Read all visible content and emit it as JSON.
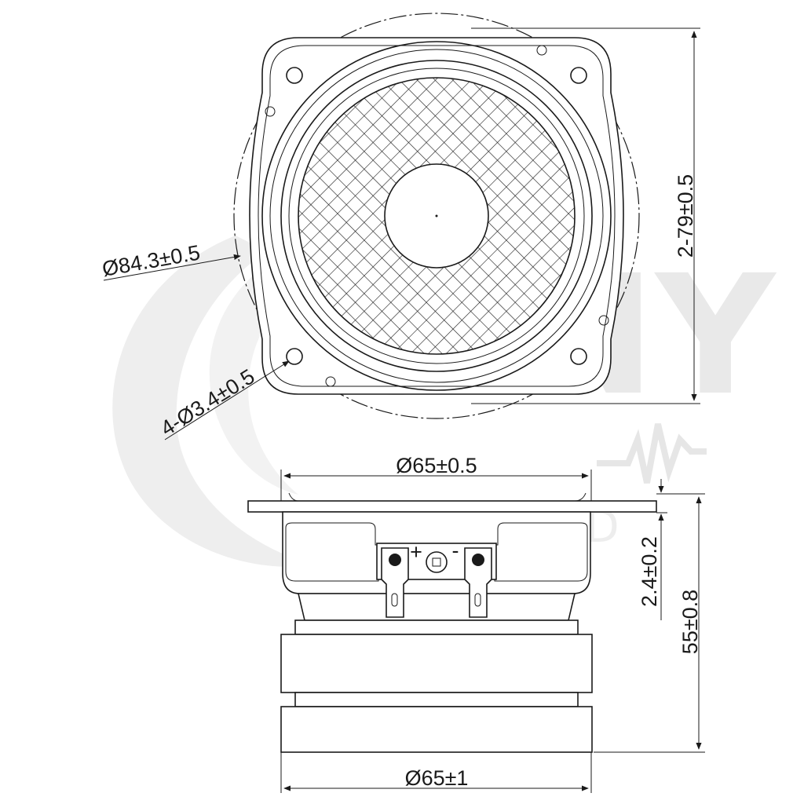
{
  "watermark": {
    "brand": "SINY",
    "subtitle": "SOUND"
  },
  "dimensions": {
    "outer_diameter": "Ø84.3±0.5",
    "mounting_holes": "4-Ø3.4±0.5",
    "hole_spacing": "2-79±0.5",
    "frame_diameter": "Ø65±0.5",
    "flange_thickness": "2.4±0.2",
    "total_depth": "55±0.8",
    "magnet_diameter": "Ø65±1"
  },
  "terminals": {
    "positive": "+",
    "negative": "-"
  },
  "colors": {
    "line": "#1a1a1a",
    "watermark": "#e9e9e9",
    "background": "#ffffff"
  }
}
